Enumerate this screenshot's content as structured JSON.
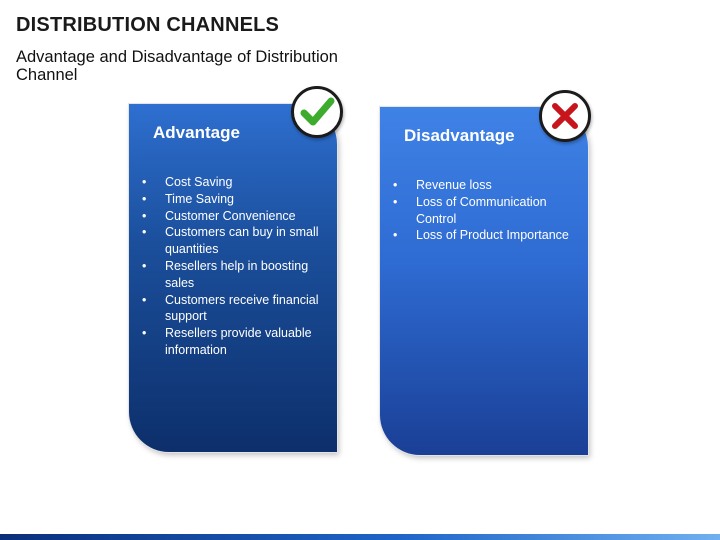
{
  "header": {
    "title": "DISTRIBUTION CHANNELS",
    "subtitle": "Advantage and Disadvantage of Distribution Channel"
  },
  "advantage": {
    "title": "Advantage",
    "icon": "checkmark-icon",
    "items": [
      "Cost Saving",
      "Time Saving",
      "Customer Convenience",
      "Customers can buy in small quantities",
      "Resellers help in boosting sales",
      "Customers receive financial support",
      "Resellers provide valuable information"
    ]
  },
  "disadvantage": {
    "title": "Disadvantage",
    "icon": "cross-icon",
    "items": [
      "Revenue loss",
      "Loss of Communication Control",
      "Loss of Product Importance"
    ]
  },
  "colors": {
    "advantage_card": "#1b4f9c",
    "disadvantage_card": "#2e6bd2",
    "check": "#3cab2e",
    "cross": "#c8151c"
  }
}
